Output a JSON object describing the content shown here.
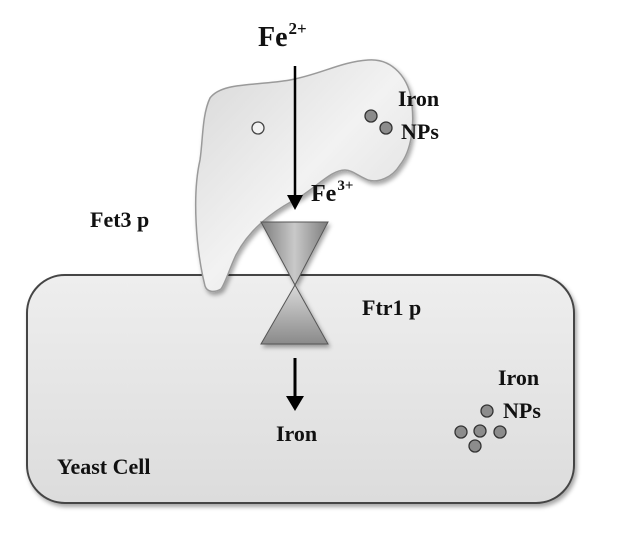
{
  "labels": {
    "fe2_base": "Fe",
    "fe2_charge": "2+",
    "fe3_base": "Fe",
    "fe3_charge": "3+",
    "iron_nps_top_line1": "Iron",
    "iron_nps_top_line2": "NPs",
    "fet3": "Fet3 p",
    "ftr1": "Ftr1 p",
    "iron": "Iron",
    "iron_nps_cell_line1": "Iron",
    "iron_nps_cell_line2": "NPs",
    "yeast_cell": "Yeast Cell"
  },
  "colors": {
    "cell_fill": "#e6e6e6",
    "cell_stroke": "#444444",
    "protein_fill": "#e9e9e9",
    "protein_stroke": "#9a9a9a",
    "nanoparticle_fill": "#8c8c8c",
    "channel_fill": "#9a9a9a",
    "arrow": "#000000"
  }
}
